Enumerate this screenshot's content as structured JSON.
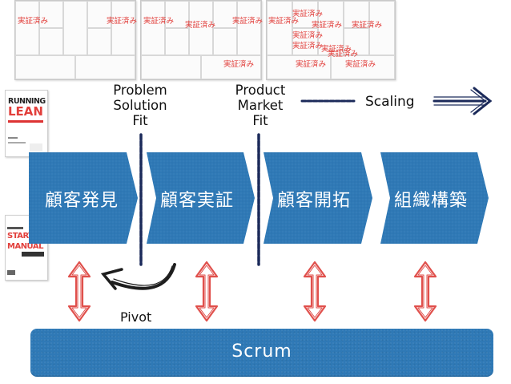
{
  "canvases": [
    {
      "stamps": [
        "実証済み",
        "実証済み"
      ]
    },
    {
      "stamps": [
        "実証済み",
        "実証済み",
        "実証済み",
        "実証済み"
      ]
    },
    {
      "stamps": [
        "実証済み",
        "実証済み",
        "実証済み",
        "実証済み",
        "実証済み",
        "実証済み",
        "実証済み",
        "実証済み",
        "実証済み",
        "実証済み"
      ]
    }
  ],
  "books": {
    "running_lean": {
      "line1": "RUNNING",
      "line2": "LEAN"
    },
    "startup_manual": {
      "line1": "STARTUP",
      "line2": "MANUAL"
    }
  },
  "milestones": {
    "problem_solution_fit": [
      "Problem",
      "Solution",
      "Fit"
    ],
    "product_market_fit": [
      "Product",
      "Market",
      "Fit"
    ]
  },
  "scaling_label": "Scaling",
  "stages": [
    "顧客発見",
    "顧客実証",
    "顧客開拓",
    "組織構築"
  ],
  "pivot_label": "Pivot",
  "scrum_label": "Scrum",
  "colors": {
    "stage_blue": "#2f79b6",
    "arrow_red": "#e0504c",
    "stamp_red": "#e2403c",
    "navy": "#1b2a5a"
  }
}
